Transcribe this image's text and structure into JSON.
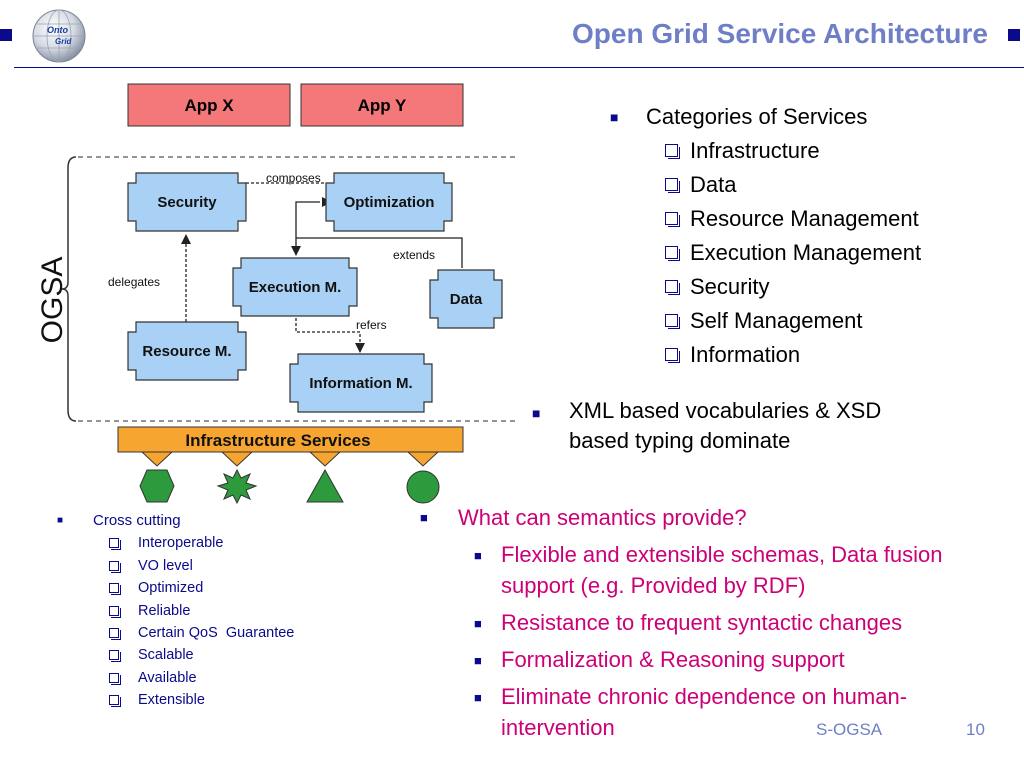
{
  "header": {
    "title": "Open Grid Service Architecture",
    "logo": {
      "line1": "Onto",
      "line2": "Grid"
    },
    "accent_color": "#0a0a8a",
    "title_color": "#6f7fc6"
  },
  "diagram": {
    "apps": [
      "App X",
      "App Y"
    ],
    "ogsa_label": "OGSA",
    "nodes": {
      "security": "Security",
      "optimization": "Optimization",
      "execution": "Execution M.",
      "data": "Data",
      "resource": "Resource M.",
      "information": "Information M."
    },
    "edges": {
      "composes": "composes",
      "extends": "extends",
      "delegates": "delegates",
      "refers": "refers"
    },
    "infrastructure": "Infrastructure Services",
    "colors": {
      "app": "#f4777a",
      "node": "#a9d0f5",
      "infra": "#f7a531",
      "shape": "#2e9a3e"
    }
  },
  "categories": {
    "heading": "Categories of Services",
    "items": [
      "Infrastructure",
      "Data",
      "Resource Management",
      "Execution Management",
      "Security",
      "Self Management",
      "Information"
    ]
  },
  "xml_note": {
    "line1": "XML based vocabularies & XSD",
    "line2": "based typing dominate"
  },
  "semantics": {
    "heading": "What can semantics provide?",
    "items": [
      {
        "line1": "Flexible and extensible schemas, Data fusion",
        "line2": "support (e.g. Provided by RDF)"
      },
      {
        "line1": "Resistance to frequent syntactic changes",
        "line2": ""
      },
      {
        "line1": "Formalization & Reasoning support",
        "line2": ""
      },
      {
        "line1": "Eliminate chronic dependence on human-",
        "line2": "intervention"
      }
    ],
    "text_color": "#cc0077"
  },
  "cross_cutting": {
    "heading": "Cross cutting",
    "items": [
      "Interoperable",
      "VO level",
      "Optimized",
      "Reliable",
      "Certain QoS  Guarantee",
      "Scalable",
      "Available",
      "Extensible"
    ]
  },
  "footer": {
    "label": "S-OGSA",
    "page": "10"
  }
}
